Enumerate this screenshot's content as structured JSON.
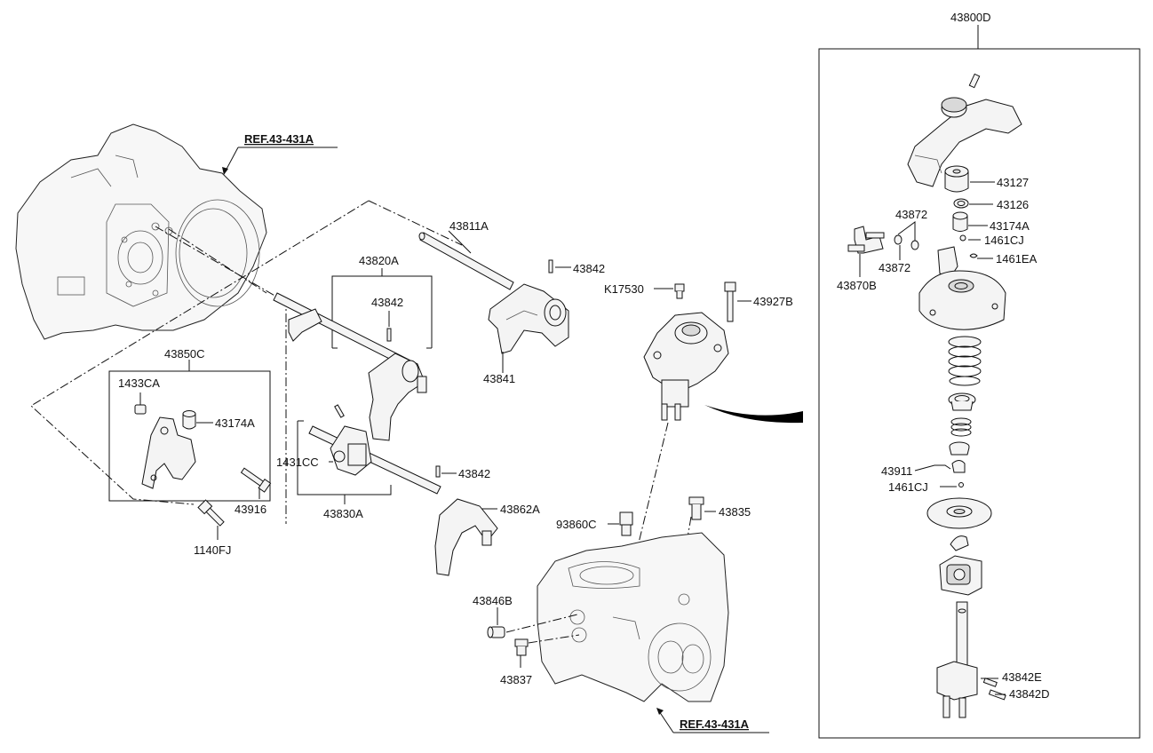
{
  "labels": {
    "p43800D": "43800D",
    "p43127": "43127",
    "p43126": "43126",
    "p43174A_r": "43174A",
    "p1461CJ_top": "1461CJ",
    "p1461EA": "1461EA",
    "p43872_a": "43872",
    "p43872_b": "43872",
    "p43870B": "43870B",
    "p43911": "43911",
    "p1461CJ_bot": "1461CJ",
    "p43842E": "43842E",
    "p43842D": "43842D",
    "ref_top": "REF.43-431A",
    "ref_bottom": "REF.43-431A",
    "p43811A": "43811A",
    "p43842_a": "43842",
    "p43820A": "43820A",
    "p43842_b": "43842",
    "p43841": "43841",
    "pK17530": "K17530",
    "p43927B": "43927B",
    "p43850C": "43850C",
    "p1433CA": "1433CA",
    "p43174A_l": "43174A",
    "p1431CC": "1431CC",
    "p43842_c": "43842",
    "p43862A": "43862A",
    "p43830A": "43830A",
    "p43916": "43916",
    "p1140FJ": "1140FJ",
    "p93860C": "93860C",
    "p43835": "43835",
    "p43846B": "43846B",
    "p43837": "43837"
  }
}
